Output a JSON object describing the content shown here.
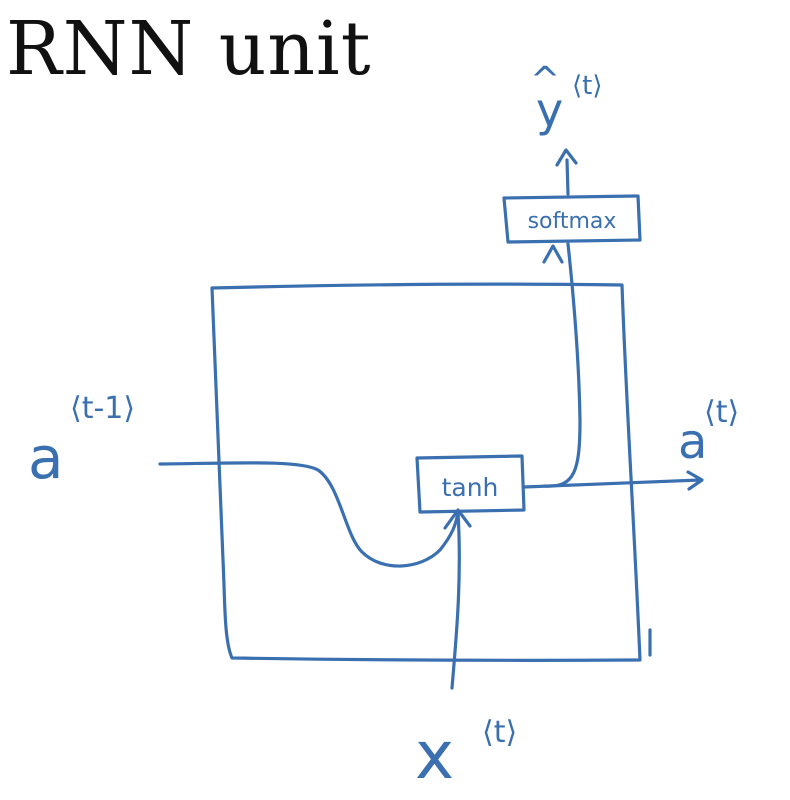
{
  "title": "RNN unit",
  "colors": {
    "ink": "#3a6fb0",
    "title": "#111111",
    "background": "#ffffff"
  },
  "blocks": {
    "tanh": "tanh",
    "softmax": "softmax"
  },
  "labels": {
    "a_prev": {
      "base": "a",
      "superscript": "⟨t-1⟩"
    },
    "a_next": {
      "base": "a",
      "superscript": "⟨t⟩"
    },
    "x_input": {
      "base": "x",
      "superscript": "⟨t⟩"
    },
    "y_hat": {
      "hat": "^",
      "base": "y",
      "superscript": "⟨t⟩"
    }
  }
}
